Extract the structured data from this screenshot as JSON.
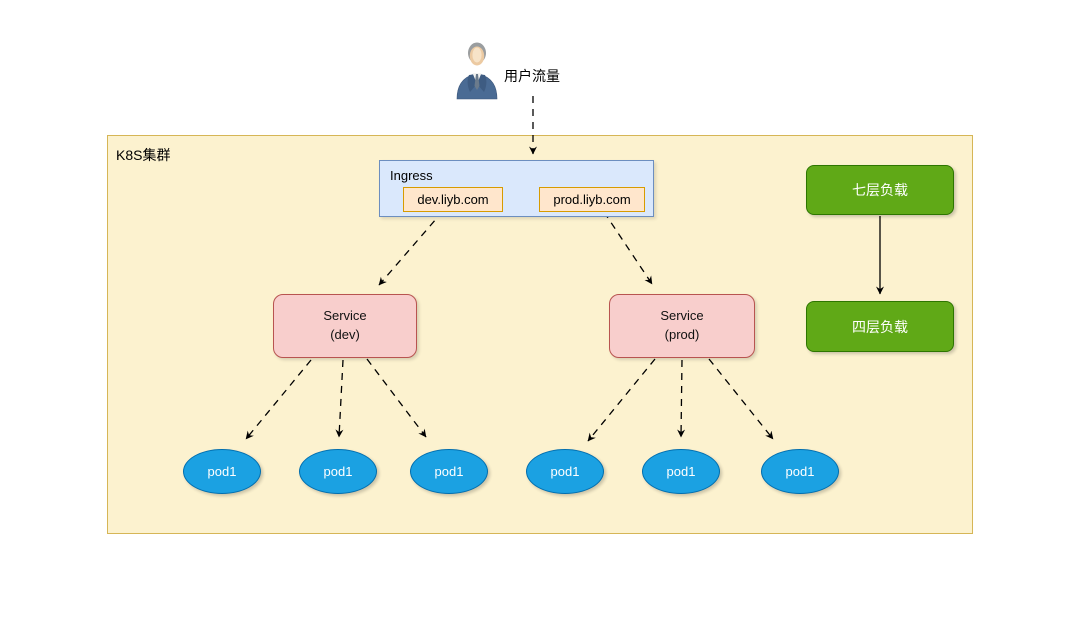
{
  "diagram": {
    "type": "kubernetes-architecture",
    "cluster": {
      "label": "K8S集群"
    },
    "user": {
      "label": "用户流量",
      "icon": "business-user-icon"
    },
    "ingress": {
      "label": "Ingress",
      "hosts": [
        {
          "label": "dev.liyb.com"
        },
        {
          "label": "prod.liyb.com"
        }
      ]
    },
    "services": [
      {
        "line1": "Service",
        "line2": "(dev)"
      },
      {
        "line1": "Service",
        "line2": "(prod)"
      }
    ],
    "pods": [
      {
        "label": "pod1"
      },
      {
        "label": "pod1"
      },
      {
        "label": "pod1"
      },
      {
        "label": "pod1"
      },
      {
        "label": "pod1"
      },
      {
        "label": "pod1"
      }
    ],
    "load_balancers": [
      {
        "label": "七层负载"
      },
      {
        "label": "四层负载"
      }
    ],
    "colors": {
      "cluster_fill": "#fcf2cf",
      "cluster_border": "#d6b656",
      "ingress_fill": "#dae8fc",
      "ingress_border": "#6c8ebf",
      "host_fill": "#ffe6cc",
      "host_border": "#d79b00",
      "service_fill": "#f8cecc",
      "service_border": "#b85450",
      "pod_fill": "#1ba1e2",
      "pod_border": "#006eaf",
      "lb_fill": "#60a917",
      "lb_border": "#2d7600",
      "arrow": "#000000"
    }
  }
}
